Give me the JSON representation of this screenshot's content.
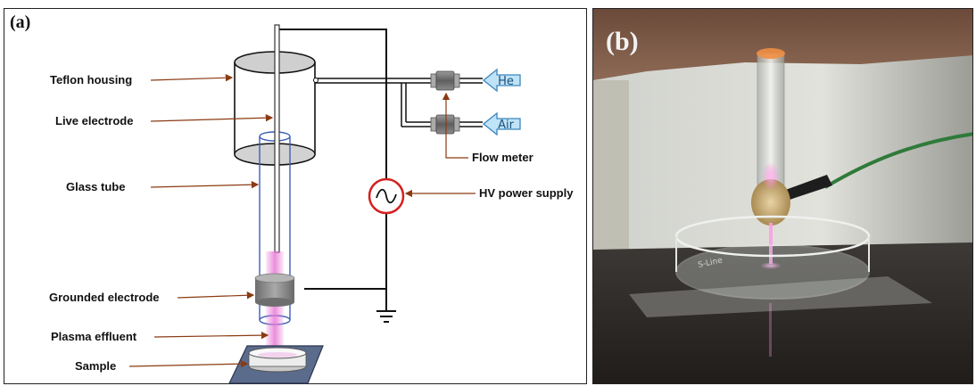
{
  "panel_a": {
    "label": "(a)",
    "callouts": {
      "teflon_housing": "Teflon housing",
      "live_electrode": "Live electrode",
      "glass_tube": "Glass tube",
      "grounded_electrode": "Grounded electrode",
      "plasma_effluent": "Plasma effluent",
      "sample": "Sample",
      "flow_meter": "Flow meter",
      "hv_power_supply": "HV power supply"
    },
    "gases": {
      "he": "He",
      "air": "Air"
    },
    "colors": {
      "callout_arrow": "#8b3a12",
      "power_ring": "#d32020",
      "gas_arrow_fill": "#bfe3f7",
      "gas_arrow_stroke": "#3c87bd",
      "plasma": "#e87ad6",
      "glass_tube": "#3b5fb5",
      "sample_plate": "#5a6b8c"
    }
  },
  "panel_b": {
    "label": "(b)",
    "dish_text": "S-Line"
  }
}
